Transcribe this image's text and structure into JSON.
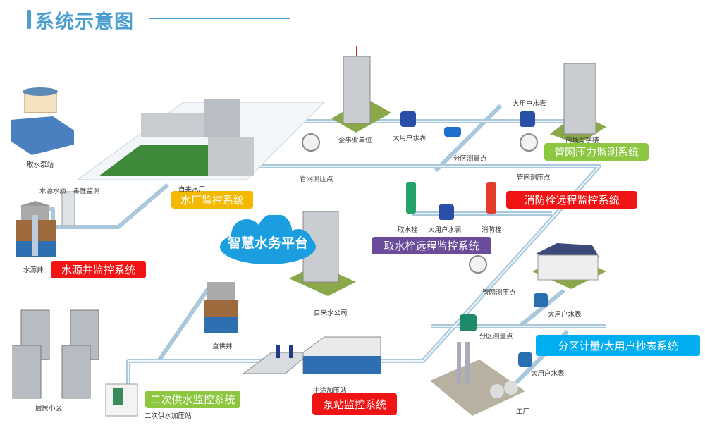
{
  "header": {
    "title": "系统示意图",
    "accent": "#4a9fd0"
  },
  "platform": {
    "label": "智慧水务平台",
    "color": "#1a9ee0"
  },
  "systems": [
    {
      "label": "水厂监控系统",
      "color": "#f5b800"
    },
    {
      "label": "水源井监控系统",
      "color": "#f01414"
    },
    {
      "label": "管网压力监测系统",
      "color": "#8dc63f"
    },
    {
      "label": "消防栓远程监控系统",
      "color": "#f01414"
    },
    {
      "label": "取水栓远程监控系统",
      "color": "#6b4c9a"
    },
    {
      "label": "分区计量/大用户抄表系统",
      "color": "#00aeef"
    },
    {
      "label": "二次供水监控系统",
      "color": "#8dc63f"
    },
    {
      "label": "泵站监控系统",
      "color": "#f01414"
    }
  ],
  "labels": {
    "intake_pump": "取水泵站",
    "quality": "水源水质、毒性监测",
    "plant": "自来水厂",
    "well": "水源井",
    "enterprise": "企事业单位",
    "meter1": "大用户水表",
    "zone1": "分区测量点",
    "gauge1": "管网测压点",
    "meter2": "大用户水表",
    "mall": "商场写字楼",
    "gauge2": "管网测压点",
    "hydrant_take": "取水栓",
    "meter3": "大用户水表",
    "hydrant_fire": "消防栓",
    "gauge3": "管网测压点",
    "meter4": "大用户水表",
    "zone2": "分区测量点",
    "meter5": "大用户水表",
    "factory": "工厂",
    "company": "自来水公司",
    "direct_well": "直供井",
    "booster": "中途加压站",
    "secondary": "二次供水加压站",
    "residential": "居民小区"
  }
}
